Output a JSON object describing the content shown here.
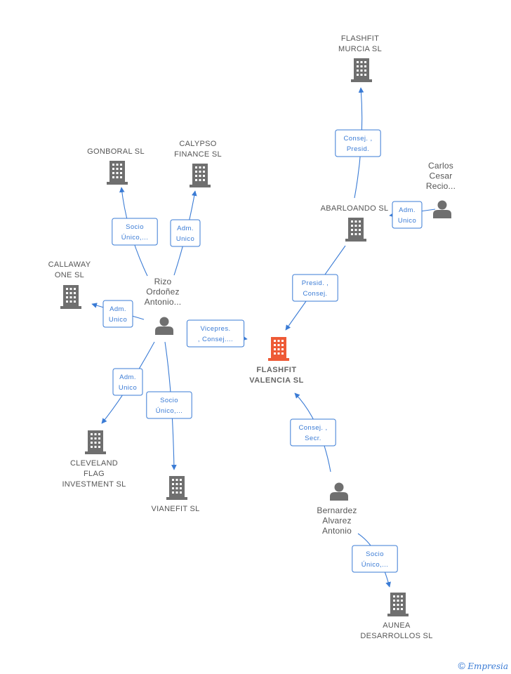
{
  "colors": {
    "main": "#ee5a36",
    "node": "#6f6f6f",
    "edge": "#3a7bd5"
  },
  "nodes": [
    {
      "id": "flashfit-valencia",
      "kind": "company",
      "main": true,
      "label": [
        "FLASHFIT",
        "VALENCIA  SL"
      ]
    },
    {
      "id": "flashfit-murcia",
      "kind": "company",
      "label": [
        "FLASHFIT",
        "MURCIA  SL"
      ]
    },
    {
      "id": "abarloando",
      "kind": "company",
      "label": [
        "ABARLOANDO SL"
      ]
    },
    {
      "id": "carlos",
      "kind": "person",
      "label": [
        "Carlos",
        "Cesar",
        "Recio..."
      ]
    },
    {
      "id": "gonboral",
      "kind": "company",
      "label": [
        "GONBORAL  SL"
      ]
    },
    {
      "id": "calypso",
      "kind": "company",
      "label": [
        "CALYPSO",
        "FINANCE SL"
      ]
    },
    {
      "id": "callaway",
      "kind": "company",
      "label": [
        "CALLAWAY",
        "ONE SL"
      ]
    },
    {
      "id": "rizo",
      "kind": "person",
      "label": [
        "Rizo",
        "Ordoñez",
        "Antonio..."
      ]
    },
    {
      "id": "cleveland",
      "kind": "company",
      "label": [
        "CLEVELAND",
        "FLAG",
        "INVESTMENT SL"
      ]
    },
    {
      "id": "vianefit",
      "kind": "company",
      "label": [
        "VIANEFIT  SL"
      ]
    },
    {
      "id": "bernardez",
      "kind": "person",
      "label": [
        "Bernardez",
        "Alvarez",
        "Antonio"
      ]
    },
    {
      "id": "aunea",
      "kind": "company",
      "label": [
        "AUNEA",
        "DESARROLLOS SL"
      ]
    }
  ],
  "edges": [
    {
      "from": "abarloando",
      "to": "flashfit-murcia",
      "label": [
        "Consej. ,",
        "Presid."
      ]
    },
    {
      "from": "carlos",
      "to": "abarloando",
      "label": [
        "Adm.",
        "Unico"
      ]
    },
    {
      "from": "abarloando",
      "to": "flashfit-valencia",
      "label": [
        "Presid. ,",
        "Consej."
      ]
    },
    {
      "from": "rizo",
      "to": "gonboral",
      "label": [
        "Socio",
        "Único,..."
      ]
    },
    {
      "from": "rizo",
      "to": "calypso",
      "label": [
        "Adm.",
        "Unico"
      ]
    },
    {
      "from": "rizo",
      "to": "callaway",
      "label": [
        "Adm.",
        "Unico"
      ]
    },
    {
      "from": "rizo",
      "to": "flashfit-valencia",
      "label": [
        "Vicepres.",
        ", Consej...."
      ]
    },
    {
      "from": "rizo",
      "to": "cleveland",
      "label": [
        "Adm.",
        "Unico"
      ]
    },
    {
      "from": "rizo",
      "to": "vianefit",
      "label": [
        "Socio",
        "Único,..."
      ]
    },
    {
      "from": "bernardez",
      "to": "flashfit-valencia",
      "label": [
        "Consej. ,",
        "Secr."
      ]
    },
    {
      "from": "bernardez",
      "to": "aunea",
      "label": [
        "Socio",
        "Único,..."
      ]
    }
  ],
  "brand": {
    "symbol": "©",
    "name": "Empresia"
  }
}
